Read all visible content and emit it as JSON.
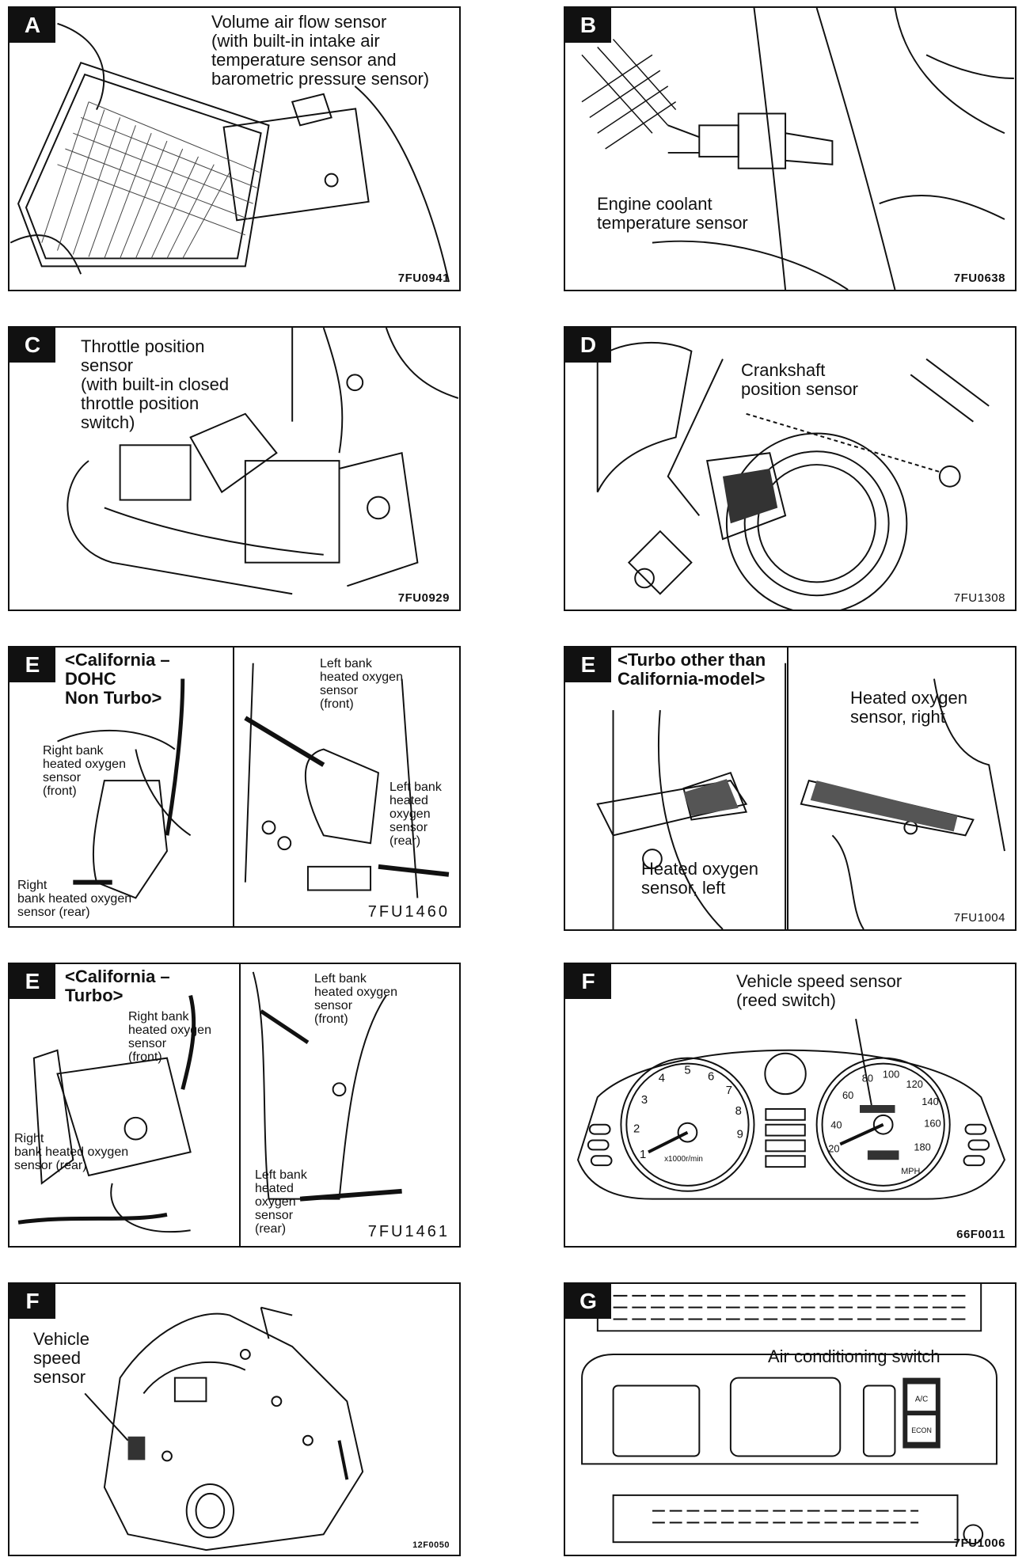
{
  "panels": {
    "a": {
      "letter": "A",
      "label": "Volume air flow sensor\n(with built-in intake air\ntemperature sensor and\nbarometric pressure sensor)",
      "code": "7FU0941"
    },
    "b": {
      "letter": "B",
      "label": "Engine coolant\ntemperature sensor",
      "code": "7FU0638"
    },
    "c": {
      "letter": "C",
      "label": "Throttle position\nsensor\n(with built-in closed\nthrottle position\nswitch)",
      "code": "7FU0929"
    },
    "d": {
      "letter": "D",
      "label": "Crankshaft\nposition sensor",
      "code": "7FU1308"
    },
    "e1": {
      "letter": "E",
      "heading": "<California –\nDOHC\nNon Turbo>",
      "left_bank_front": "Left bank\nheated oxygen\nsensor\n(front)",
      "right_bank_front": "Right bank\nheated oxygen\nsensor\n(front)",
      "left_bank_rear": "Left bank\nheated\noxygen\nsensor\n(rear)",
      "right_bank_rear": "Right\nbank heated oxygen\nsensor (rear)",
      "code": "7FU1460"
    },
    "e2": {
      "letter": "E",
      "heading": "<Turbo other than\nCalifornia-model>",
      "right": "Heated oxygen\nsensor, right",
      "left": "Heated oxygen\nsensor, left",
      "code": "7FU1004"
    },
    "e3": {
      "letter": "E",
      "heading": "<California –\nTurbo>",
      "left_bank_front": "Left bank\nheated oxygen\nsensor\n(front)",
      "right_bank_front": "Right bank\nheated oxygen\nsensor\n(front)",
      "right_bank_rear": "Right\nbank heated oxygen\nsensor (rear)",
      "left_bank_rear": "Left bank\nheated\noxygen\nsensor\n(rear)",
      "code": "7FU1461"
    },
    "f1": {
      "letter": "F",
      "label": "Vehicle speed sensor\n(reed switch)",
      "code": "66F0011",
      "gauge_rpm_unit": "x1000r/min",
      "gauge_mph_unit": "MPH",
      "rpm_ticks": [
        "1",
        "2",
        "3",
        "4",
        "5",
        "6",
        "7",
        "8",
        "9"
      ],
      "mph_ticks": [
        "20",
        "40",
        "60",
        "80",
        "100",
        "120",
        "140",
        "160",
        "180"
      ]
    },
    "f2": {
      "letter": "F",
      "label": "Vehicle\nspeed\nsensor",
      "code": "12F0050"
    },
    "g": {
      "letter": "G",
      "label": "Air conditioning switch",
      "code": "7FU1006",
      "btn_top": "A/C",
      "btn_bottom": "ECON"
    }
  }
}
